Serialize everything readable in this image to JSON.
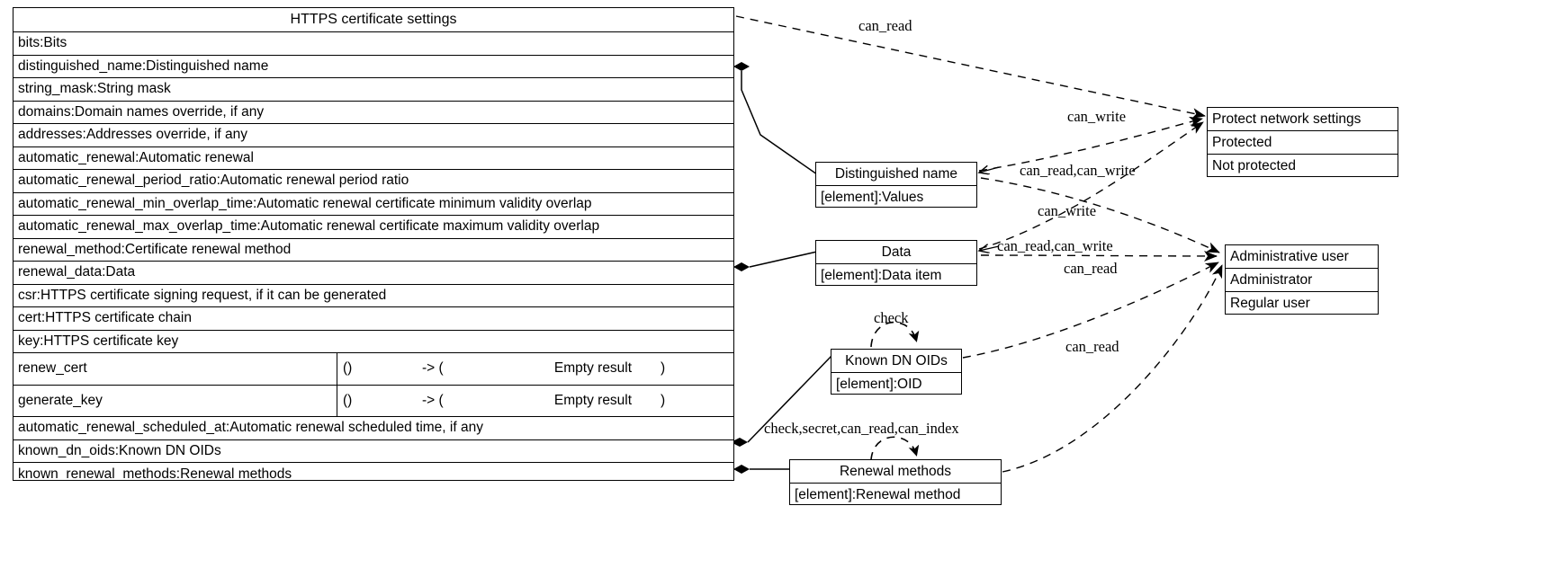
{
  "diagram": {
    "kind": "uml-class-diagram",
    "background": "#ffffff",
    "line_color": "#000000"
  },
  "main_class": {
    "title": "HTTPS certificate settings",
    "attributes": [
      "bits:Bits",
      "distinguished_name:Distinguished name",
      "string_mask:String mask",
      "domains:Domain names override, if any",
      "addresses:Addresses override, if any",
      "automatic_renewal:Automatic renewal",
      "automatic_renewal_period_ratio:Automatic renewal period ratio",
      "automatic_renewal_min_overlap_time:Automatic renewal certificate minimum validity overlap",
      "automatic_renewal_max_overlap_time:Automatic renewal certificate maximum validity overlap",
      "renewal_method:Certificate renewal method",
      "renewal_data:Data",
      "csr:HTTPS certificate signing request, if it can be generated",
      "cert:HTTPS certificate chain",
      "key:HTTPS certificate key"
    ],
    "operations": [
      {
        "name": "renew_cert",
        "args": "()",
        "arrow": "-> (",
        "result": "Empty result",
        "close": ")"
      },
      {
        "name": "generate_key",
        "args": "()",
        "arrow": "-> (",
        "result": "Empty result",
        "close": ")"
      }
    ],
    "attributes_tail": [
      "automatic_renewal_scheduled_at:Automatic renewal scheduled time, if any",
      "known_dn_oids:Known DN OIDs",
      "known_renewal_methods:Renewal methods"
    ]
  },
  "classes": [
    {
      "id": "distinguished-name",
      "title": "Distinguished name",
      "rows": [
        "[element]:Values"
      ]
    },
    {
      "id": "data",
      "title": "Data",
      "rows": [
        "[element]:Data item"
      ]
    },
    {
      "id": "known-dn-oids",
      "title": "Known DN OIDs",
      "rows": [
        "[element]:OID"
      ]
    },
    {
      "id": "renewal-methods",
      "title": "Renewal methods",
      "rows": [
        "[element]:Renewal method"
      ]
    },
    {
      "id": "protect-network-settings",
      "title": "Protect network settings",
      "rows": [
        "Protected",
        "Not protected"
      ]
    },
    {
      "id": "administrative-user",
      "title": "Administrative user",
      "rows": [
        "Administrator",
        "Regular user"
      ]
    }
  ],
  "edge_labels": [
    {
      "id": "label-can-read-top",
      "text": "can_read"
    },
    {
      "id": "label-can-write-1",
      "text": "can_write"
    },
    {
      "id": "label-can-read-can-write-1",
      "text": "can_read,can_write"
    },
    {
      "id": "label-can-write-2",
      "text": "can_write"
    },
    {
      "id": "label-can-read-can-write-2",
      "text": "can_read,can_write"
    },
    {
      "id": "label-can-read-mid",
      "text": "can_read"
    },
    {
      "id": "label-can-read-bottom",
      "text": "can_read"
    },
    {
      "id": "label-check",
      "text": "check"
    },
    {
      "id": "label-check-secret",
      "text": "check,secret,can_read,can_index"
    }
  ]
}
